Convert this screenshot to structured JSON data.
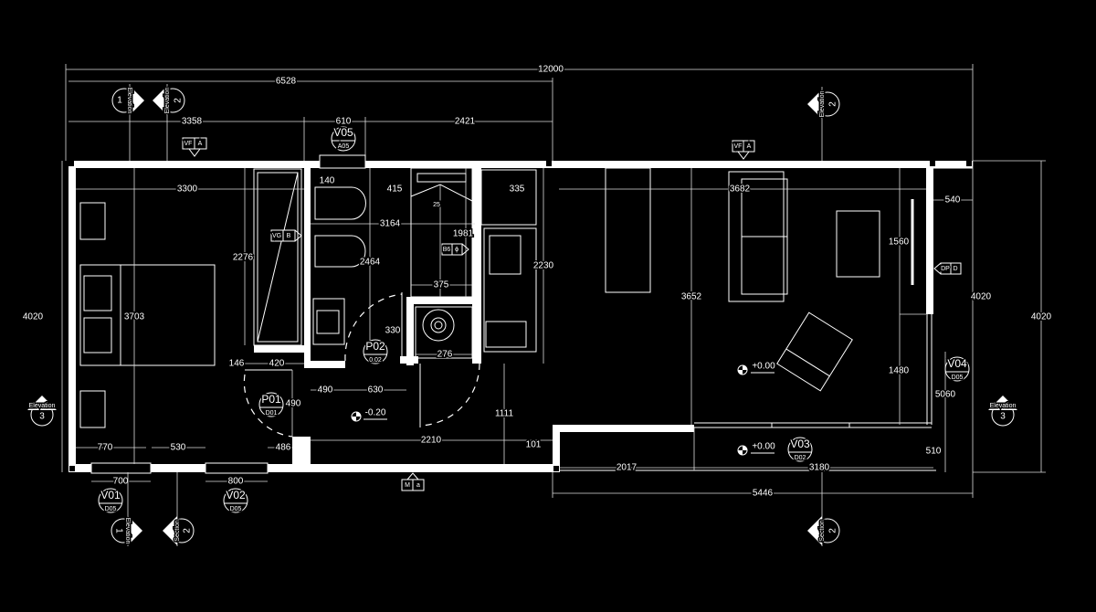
{
  "drawing": {
    "type": "architectural floor plan",
    "colors": {
      "background": "#000000",
      "lines": "#ffffff"
    }
  },
  "dimensions": {
    "overall": "12000",
    "left_block": "6528",
    "bedroom_w": "3358",
    "window_v05": "610",
    "bath_block": "2421",
    "bedroom_inner": "3300",
    "d140": "140",
    "d415": "415",
    "d25": "25",
    "d335": "335",
    "d3164": "3164",
    "d1981": "1981",
    "living_w": "3682",
    "d540": "540",
    "d2276": "2276",
    "d2464": "2464",
    "d2230": "2230",
    "d1560": "1560",
    "left_height": "4020",
    "bed_height": "3703",
    "living_h": "3652",
    "right_inner_h": "4020",
    "right_outer_h": "4020",
    "d375": "375",
    "d330": "330",
    "d276": "276",
    "d146": "146",
    "d420": "420",
    "d1480": "1480",
    "d490a": "490",
    "d630": "630",
    "d490b": "490",
    "d1111": "1111",
    "d2210": "2210",
    "d101": "101",
    "d5060": "5060",
    "d770": "770",
    "d530": "530",
    "d486": "486",
    "d700": "700",
    "d800": "800",
    "d2017": "2017",
    "d3180": "3180",
    "d510": "510",
    "d5446": "5446"
  },
  "levels": {
    "corridor": "-0.20",
    "living": "+0.00",
    "balcony": "+0.00"
  },
  "tags": {
    "v05": {
      "code": "V05",
      "ref": "A05"
    },
    "v01": {
      "code": "V01",
      "ref": "D05"
    },
    "v02": {
      "code": "V02",
      "ref": "D05"
    },
    "v03": {
      "code": "V03",
      "ref": "D02"
    },
    "v04": {
      "code": "V04",
      "ref": "D05"
    },
    "p01": {
      "code": "P01",
      "ref": "D01"
    },
    "p02": {
      "code": "P02",
      "ref": "0.02"
    },
    "vf_left": {
      "a": "VF",
      "b": "A"
    },
    "vf_right": {
      "a": "VF",
      "b": "A"
    },
    "vg": {
      "a": "VG",
      "b": "B"
    },
    "b6": {
      "a": "B6",
      "b": "ɸ"
    },
    "dp": {
      "a": "DP",
      "b": "D"
    },
    "m": {
      "a": "M",
      "b": "a"
    }
  },
  "markers": {
    "top_1": {
      "label": "Elevation",
      "num": "1"
    },
    "top_2": {
      "label": "Elevation",
      "num": "2"
    },
    "top_right": {
      "label": "Elevation",
      "num": "2"
    },
    "left_3": {
      "label": "Elevation",
      "num": "3"
    },
    "right_3": {
      "label": "Elevation",
      "num": "3"
    },
    "bottom_1": {
      "label": "Elevation",
      "num": "1"
    },
    "bottom_2": {
      "label": "Section",
      "num": "2"
    },
    "bottom_right": {
      "label": "Section",
      "num": "2"
    }
  }
}
